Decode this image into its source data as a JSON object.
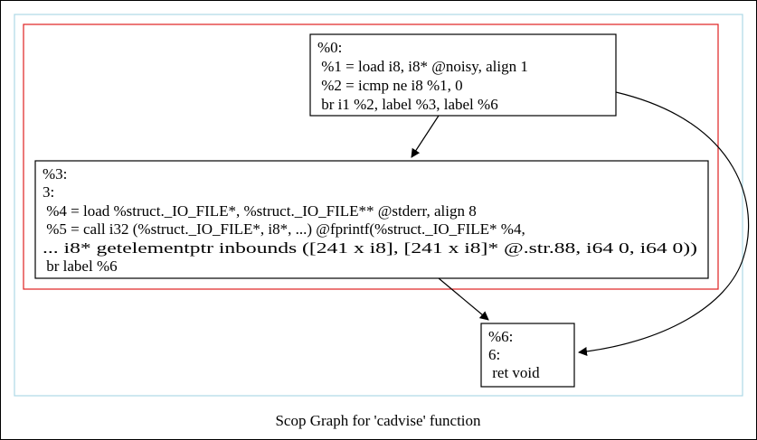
{
  "diagram": {
    "caption": "Scop Graph for 'cadvise' function",
    "colors": {
      "outer_border": "#000000",
      "cluster_outer": "#add8e6",
      "cluster_region": "#ff0000",
      "node_border": "#000000",
      "edge": "#000000"
    },
    "nodes": {
      "n0": {
        "lines": [
          "%0:",
          " %1 = load i8, i8* @noisy, align 1",
          " %2 = icmp ne i8 %1, 0",
          " br i1 %2, label %3, label %6"
        ]
      },
      "n3": {
        "lines": [
          "%3:",
          "3:",
          " %4 = load %struct._IO_FILE*, %struct._IO_FILE** @stderr, align 8",
          " %5 = call i32 (%struct._IO_FILE*, i8*, ...) @fprintf(%struct._IO_FILE* %4,",
          "... i8* getelementptr inbounds ([241 x i8], [241 x i8]* @.str.88, i64 0, i64 0))",
          " br label %6"
        ]
      },
      "n6": {
        "lines": [
          "%6:",
          "6:",
          " ret void"
        ]
      }
    },
    "edges": [
      {
        "from": "%0",
        "to": "%3"
      },
      {
        "from": "%3",
        "to": "%6"
      },
      {
        "from": "%0",
        "to": "%6"
      }
    ]
  }
}
